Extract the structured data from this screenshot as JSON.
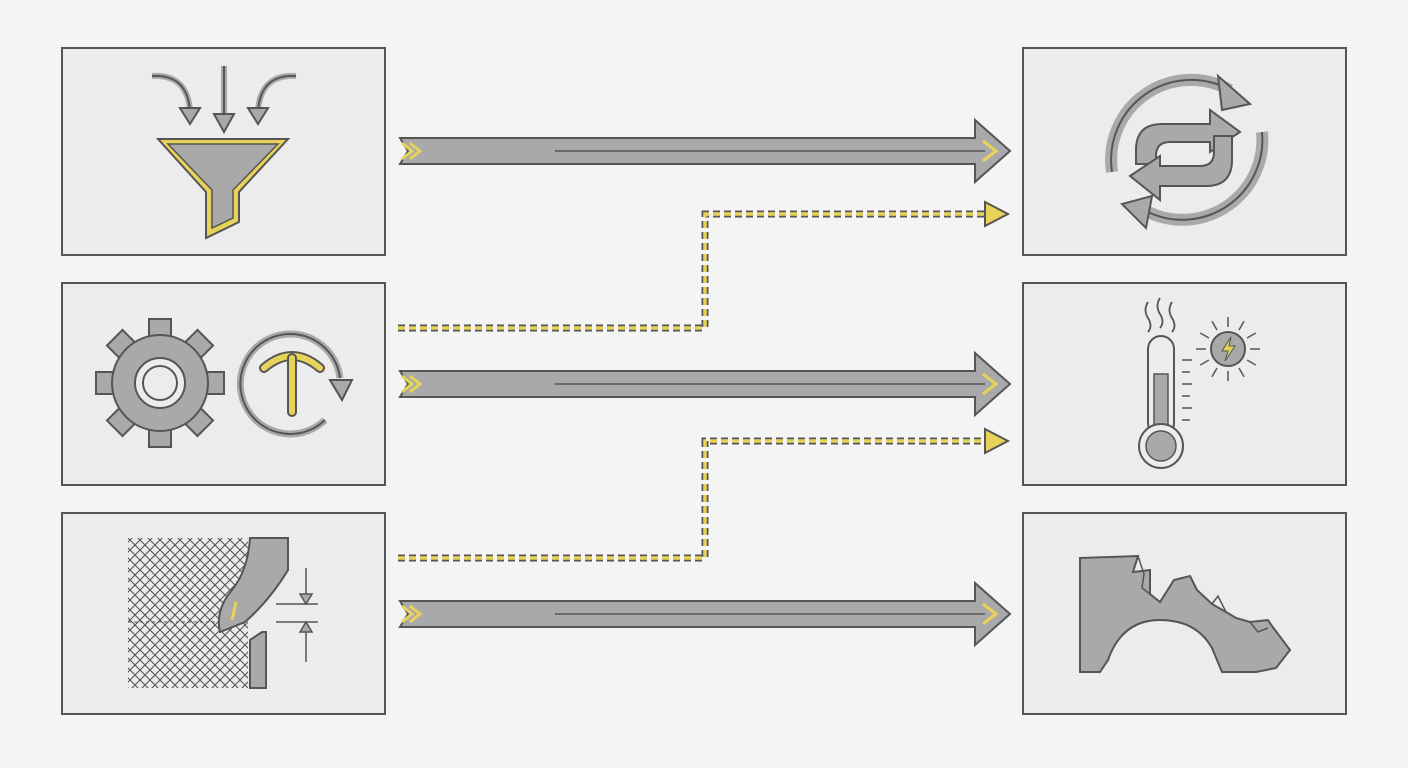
{
  "colors": {
    "background": "#f4f4f4",
    "panel": "#ececec",
    "outline": "#555555",
    "icon_fill": "#a9a9a9",
    "accent": "#e8d35a"
  },
  "nodes": [
    {
      "id": "input-funnel",
      "icon": "funnel-icon"
    },
    {
      "id": "gear-rotation",
      "icon": "gear-torque-icon"
    },
    {
      "id": "cutting-tool",
      "icon": "cutting-tool-icon"
    },
    {
      "id": "recycle-exchange",
      "icon": "circular-exchange-icon"
    },
    {
      "id": "heat-energy",
      "icon": "thermometer-heat-icon"
    },
    {
      "id": "fracture",
      "icon": "broken-part-icon"
    }
  ],
  "connections": [
    {
      "from": "input-funnel",
      "to": "recycle-exchange",
      "style": "solid"
    },
    {
      "from": "gear-rotation",
      "to": "recycle-exchange",
      "style": "dashed"
    },
    {
      "from": "gear-rotation",
      "to": "heat-energy",
      "style": "solid"
    },
    {
      "from": "cutting-tool",
      "to": "heat-energy",
      "style": "dashed"
    },
    {
      "from": "cutting-tool",
      "to": "fracture",
      "style": "solid"
    }
  ]
}
